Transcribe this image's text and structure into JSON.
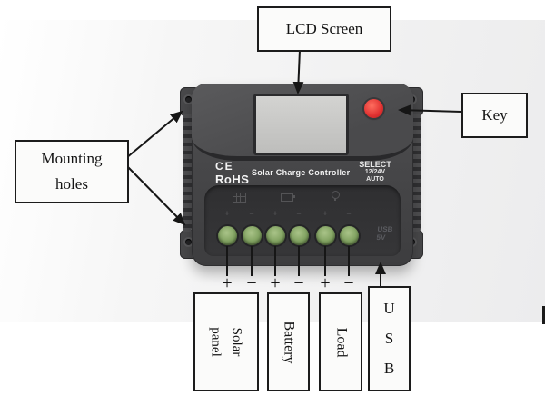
{
  "labels": {
    "lcd_screen": "LCD Screen",
    "key": "Key",
    "mounting": [
      "Mounting",
      "holes"
    ],
    "solar_panel": [
      "Solar",
      "panel"
    ],
    "battery": "Battery",
    "load": "Load",
    "usb": [
      "U",
      "S",
      "B"
    ]
  },
  "device": {
    "ce_mark": "CE",
    "rohs": "RoHS",
    "name": "Solar Charge Controller",
    "select": "SELECT",
    "voltage": "12/24V",
    "mode": "AUTO",
    "usb_port": [
      "USB",
      "5V"
    ]
  },
  "terminals": {
    "count": 6,
    "signs": [
      "+",
      "−",
      "+",
      "−",
      "+",
      "−"
    ]
  },
  "colors": {
    "device_body": "#474749",
    "device_panel": "#313133",
    "lcd": "#c9c9c7",
    "key_button": "#e23434",
    "terminal_green": "#7fa05f",
    "background_band": "#ededee",
    "line_black": "#161616"
  }
}
